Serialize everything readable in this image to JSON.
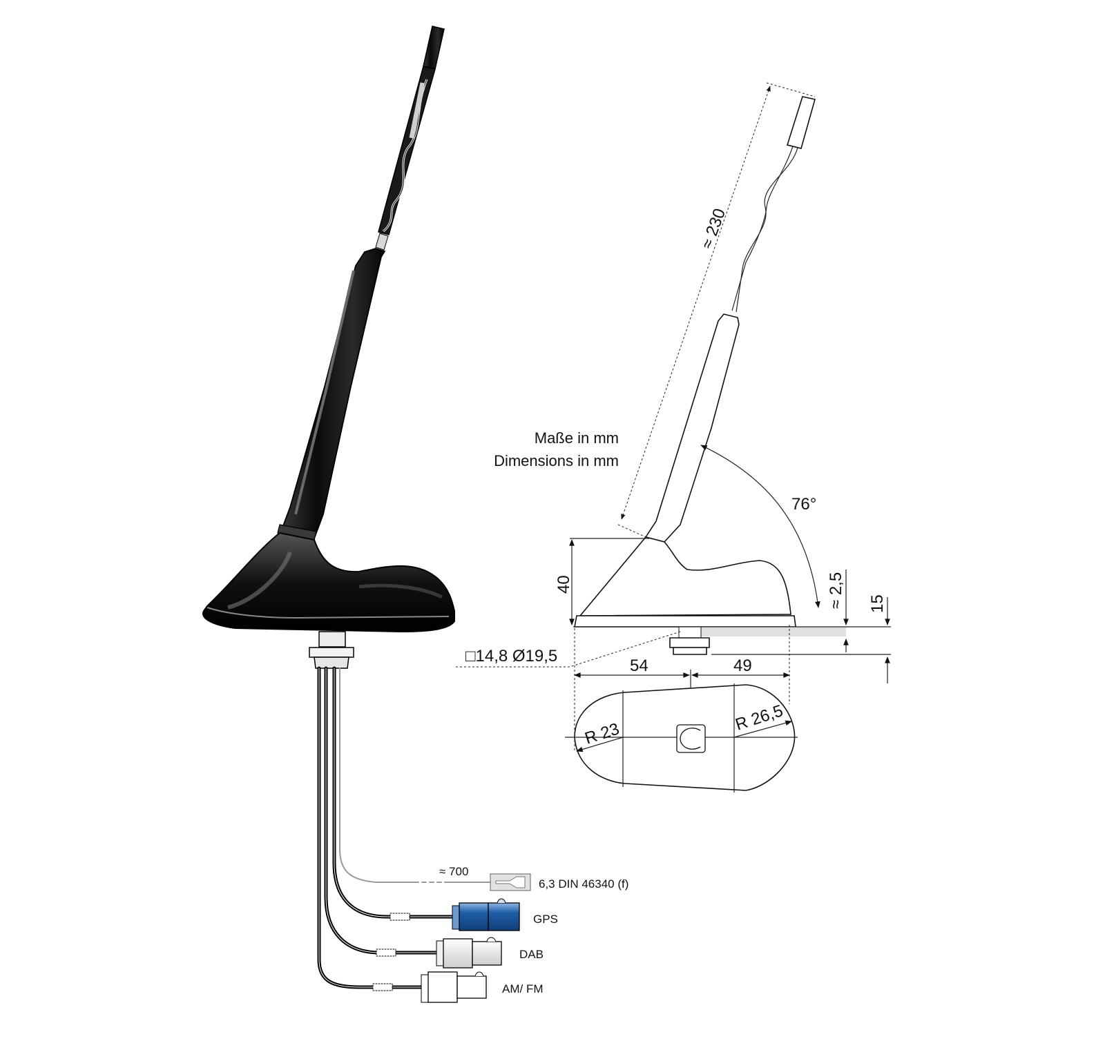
{
  "diagram": {
    "subject": "Roof antenna with AM/FM, DAB and GPS connectors",
    "units_note": {
      "de": "Maße in mm",
      "en": "Dimensions in mm"
    },
    "side_view_dimensions": {
      "mast_length": "≈ 230",
      "mast_angle": "76°",
      "base_height": "40",
      "gasket_thickness": "≈ 2,5",
      "mount_depth": "15",
      "mount_hole": "□14,8  Ø19,5"
    },
    "bottom_view_dimensions": {
      "front_length": "54",
      "rear_length": "49",
      "front_radius": "R 23",
      "rear_radius": "R 26,5"
    },
    "cables": [
      {
        "id": "ground",
        "length": "≈ 700",
        "connector": "6,3 DIN 46340 (f)",
        "color": "#d9d9d9"
      },
      {
        "id": "gps",
        "connector": "GPS",
        "color": "#1f5fa8"
      },
      {
        "id": "dab",
        "connector": "DAB",
        "color": "#e8e8e8"
      },
      {
        "id": "amfm",
        "connector": "AM/ FM",
        "color": "#ffffff"
      }
    ],
    "colors": {
      "antenna_body": "#111111",
      "line": "#222222",
      "gps_blue": "#1f5fa8",
      "gasket_gray": "#e0e0e0"
    }
  }
}
